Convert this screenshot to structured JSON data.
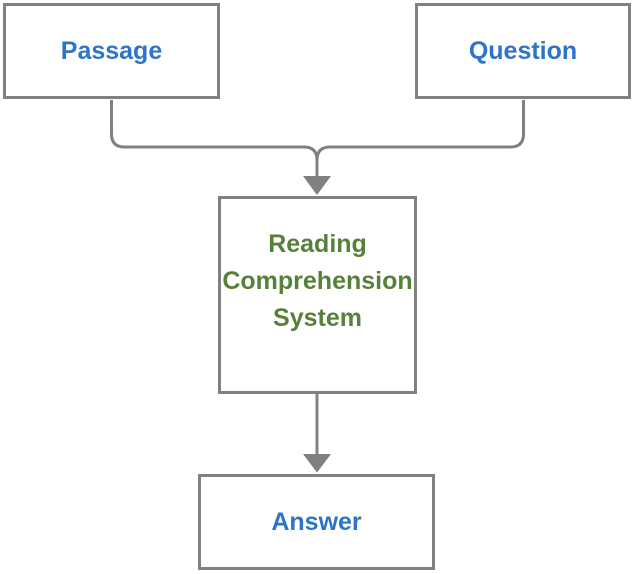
{
  "diagram": {
    "nodes": {
      "passage": {
        "label": "Passage"
      },
      "question": {
        "label": "Question"
      },
      "system": {
        "label": "Reading Comprehension System"
      },
      "answer": {
        "label": "Answer"
      }
    },
    "edges": [
      {
        "from": "passage",
        "to": "system"
      },
      {
        "from": "question",
        "to": "system"
      },
      {
        "from": "system",
        "to": "answer"
      }
    ]
  },
  "colors": {
    "edge": "#808080",
    "nodeBorder": "#808080",
    "nodeBg": "#ffffff",
    "canvasBg": "#ffffff",
    "ioText": "#2e74c8",
    "systemText": "#568139"
  }
}
